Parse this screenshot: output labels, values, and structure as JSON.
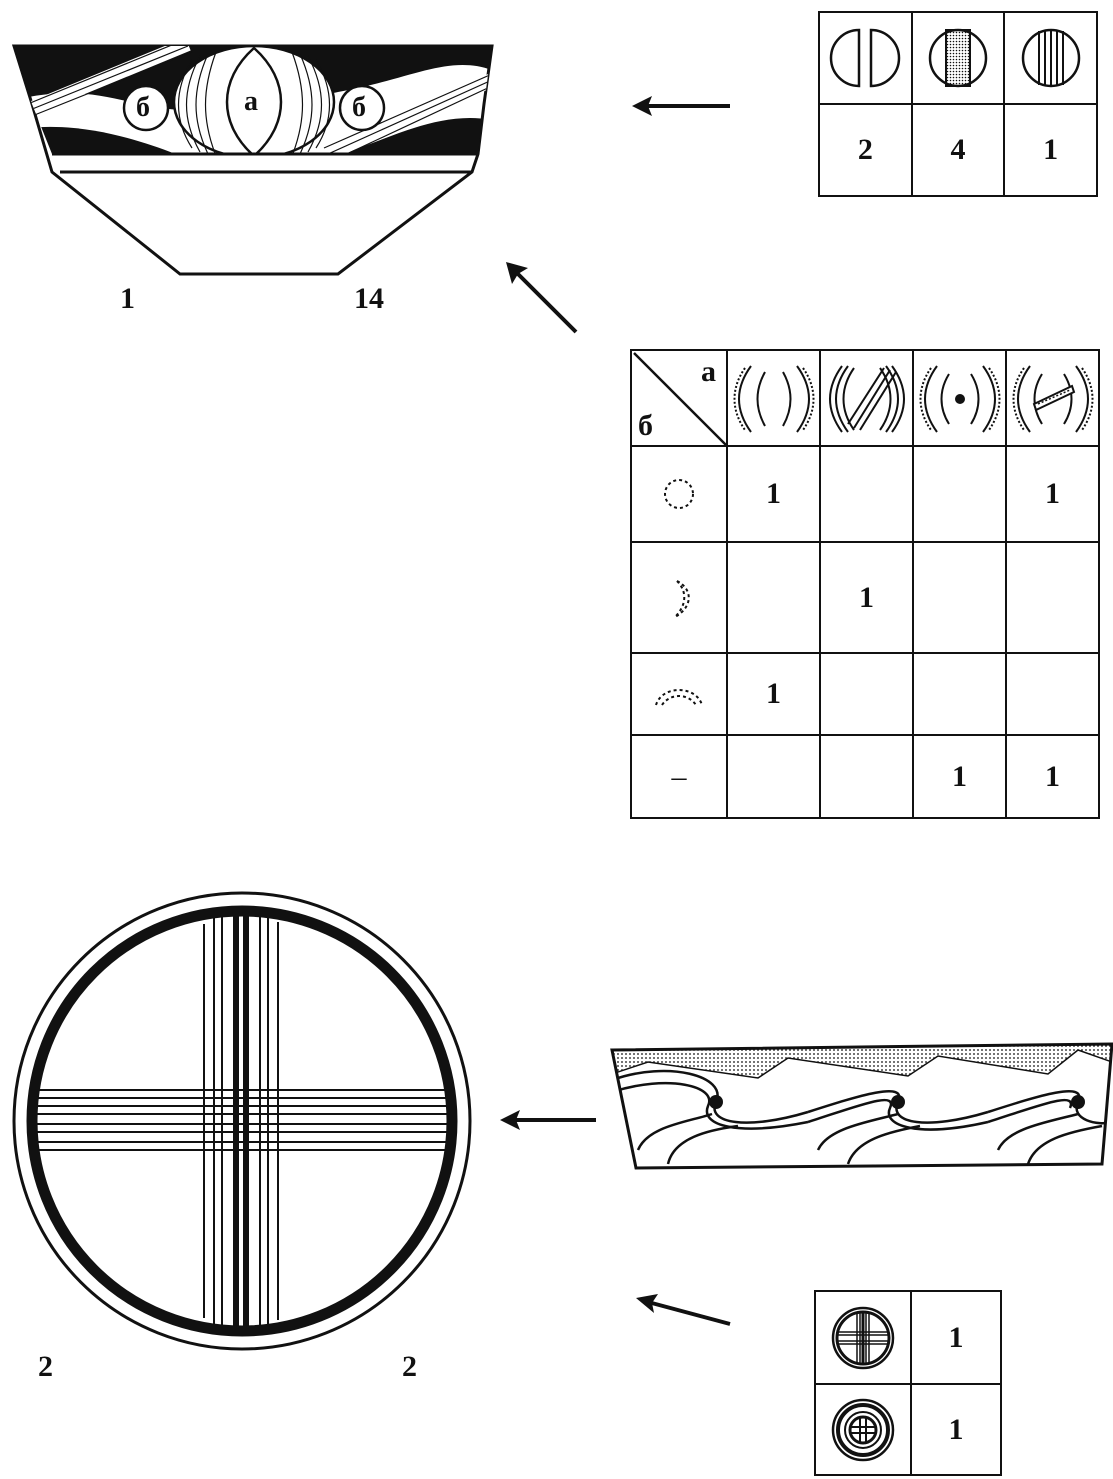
{
  "figure1": {
    "bowl_labels": {
      "a": "а",
      "b": "б"
    },
    "caption_left": "1",
    "caption_right": "14",
    "variant_table": {
      "icons": [
        "split-circle-icon",
        "stippled-band-circle-icon",
        "striped-band-circle-icon"
      ],
      "counts": [
        "2",
        "4",
        "1"
      ]
    },
    "matrix": {
      "corner_col_label": "а",
      "corner_row_label": "б",
      "col_icons": [
        "plain-arcs-icon",
        "hatched-band-arcs-icon",
        "dot-arcs-icon",
        "stippled-band-arcs-icon"
      ],
      "row_icons": [
        "dotted-circle-icon",
        "dotted-crescent-icon",
        "dotted-arc-icon",
        "dash-icon"
      ],
      "row_dash": "–",
      "rows": [
        [
          "1",
          "",
          "",
          "1"
        ],
        [
          "",
          "1",
          "",
          ""
        ],
        [
          "1",
          "",
          "",
          ""
        ],
        [
          "",
          "",
          "1",
          "1"
        ]
      ]
    }
  },
  "figure2": {
    "caption_left": "2",
    "caption_right": "2",
    "variant_table": {
      "icons": [
        "cross-in-circle-icon",
        "cross-in-double-circle-icon"
      ],
      "counts": [
        "1",
        "1"
      ]
    }
  }
}
